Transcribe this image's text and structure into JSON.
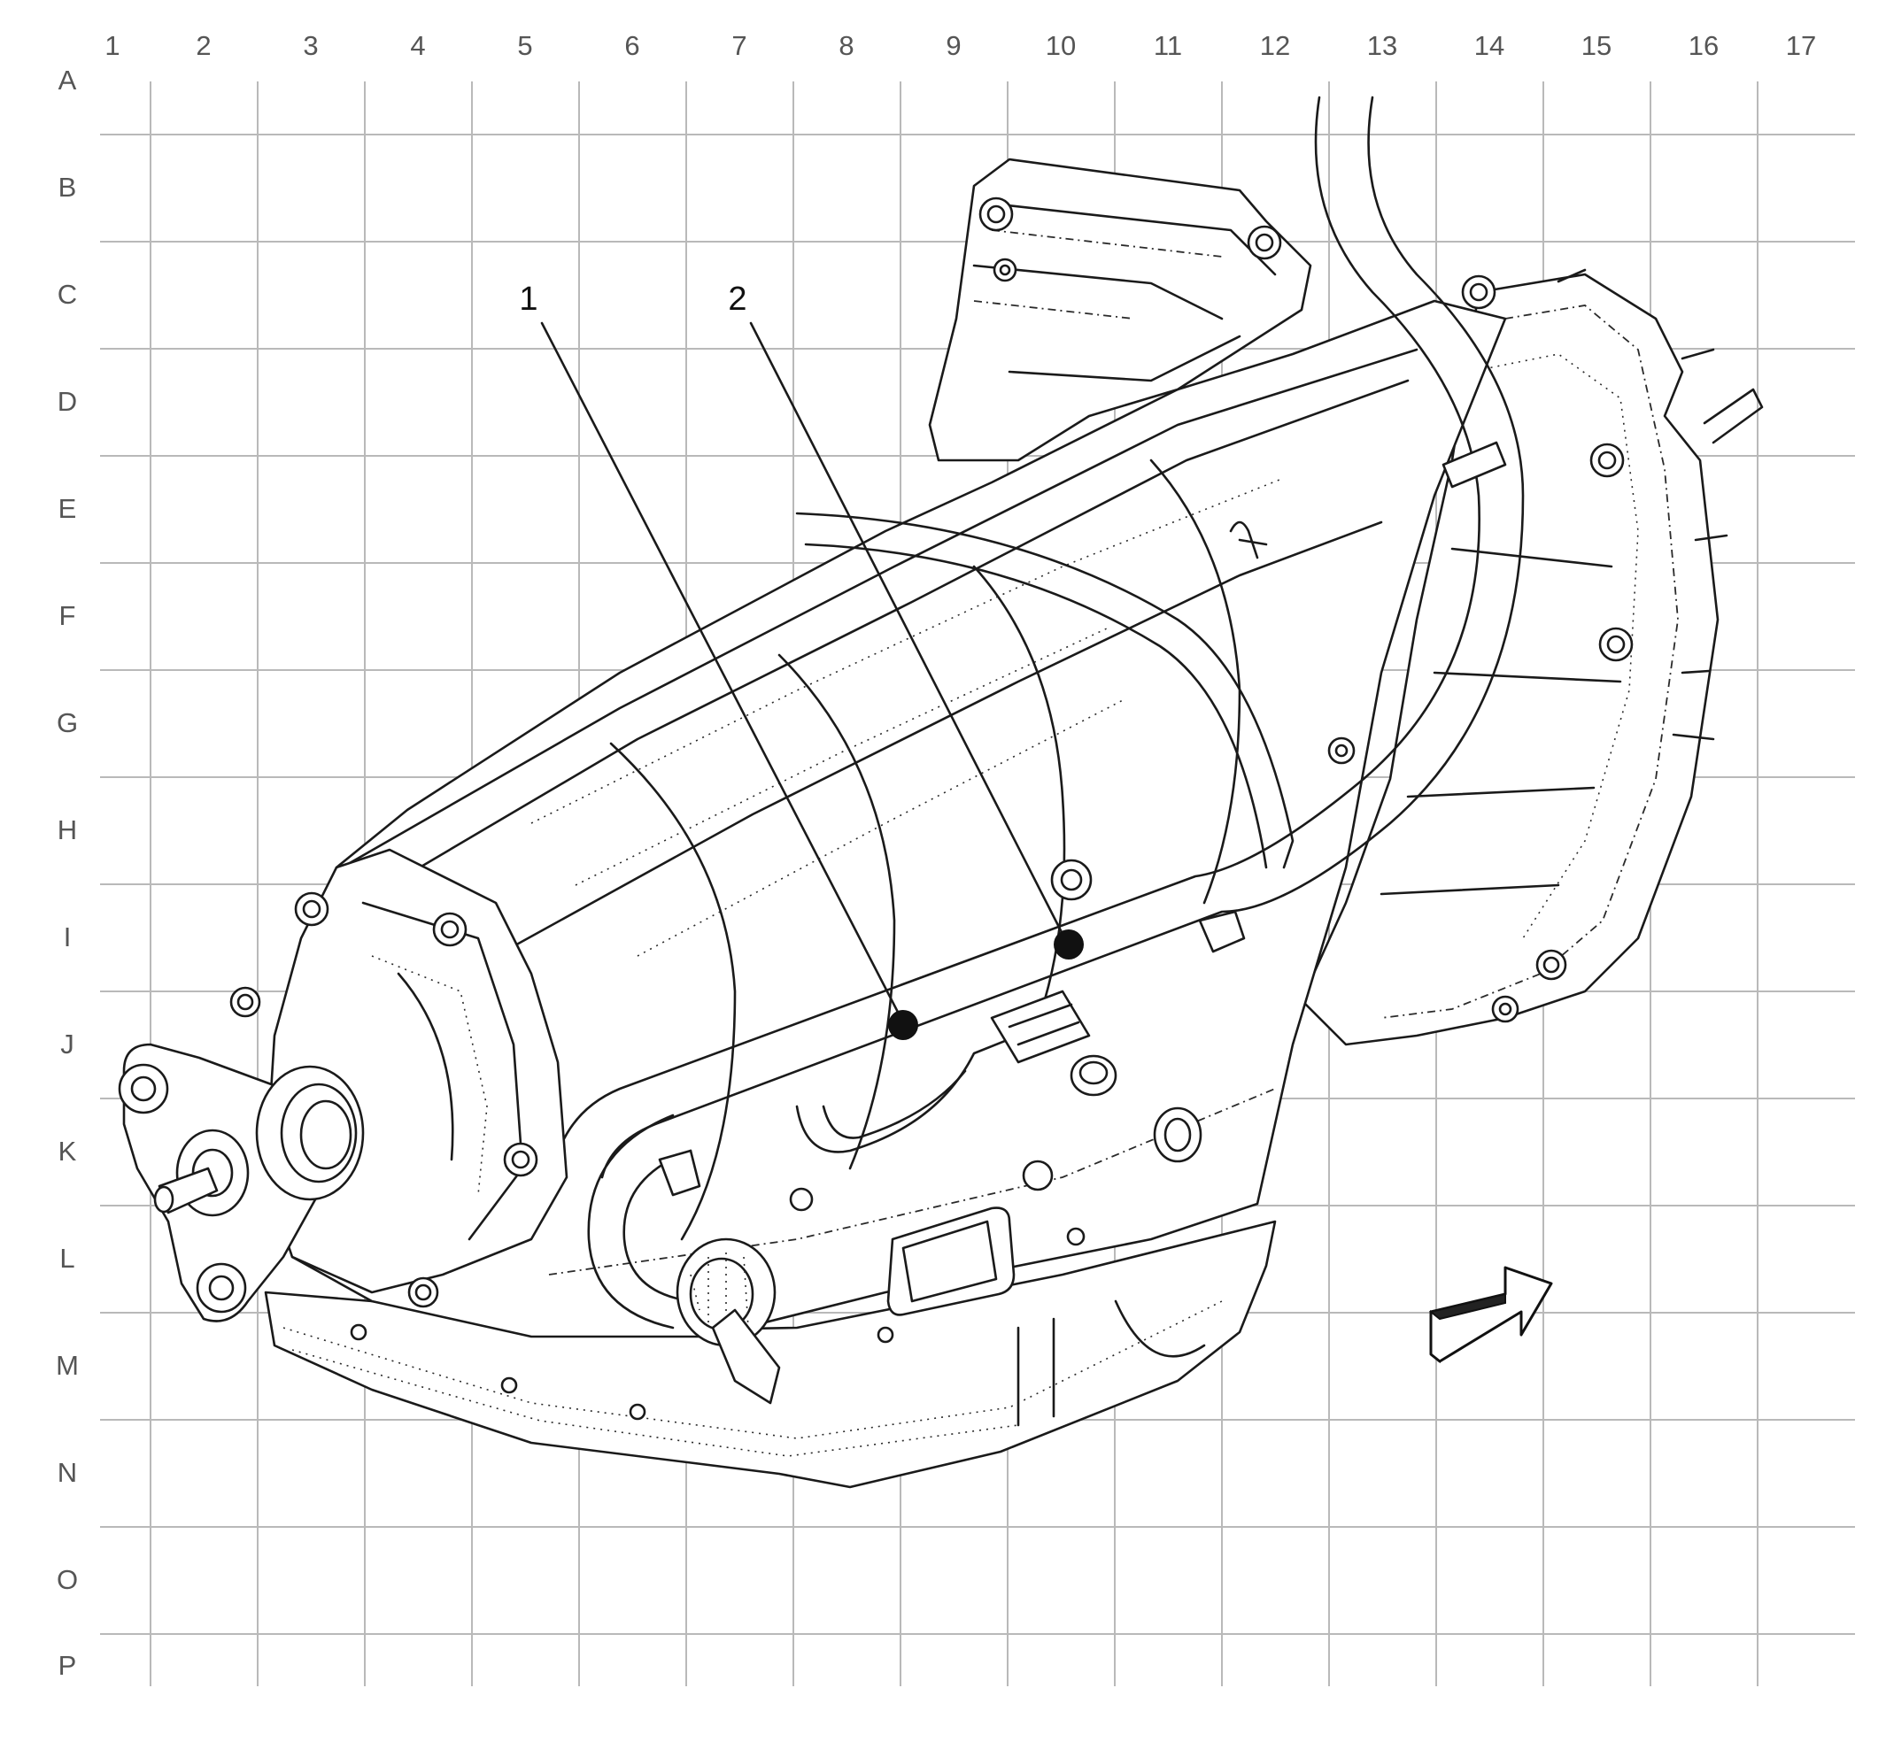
{
  "grid": {
    "columns": [
      "1",
      "2",
      "3",
      "4",
      "5",
      "6",
      "7",
      "8",
      "9",
      "10",
      "11",
      "12",
      "13",
      "14",
      "15",
      "16",
      "17"
    ],
    "rows": [
      "A",
      "B",
      "C",
      "D",
      "E",
      "F",
      "G",
      "H",
      "I",
      "J",
      "K",
      "L",
      "M",
      "N",
      "O",
      "P"
    ]
  },
  "callouts": [
    {
      "number": "1"
    },
    {
      "number": "2"
    }
  ],
  "colors": {
    "grid": "#b9b9b9",
    "ink": "#1a1a1a",
    "label": "#555555"
  },
  "icons": {
    "direction": "front-direction-arrow-icon"
  }
}
